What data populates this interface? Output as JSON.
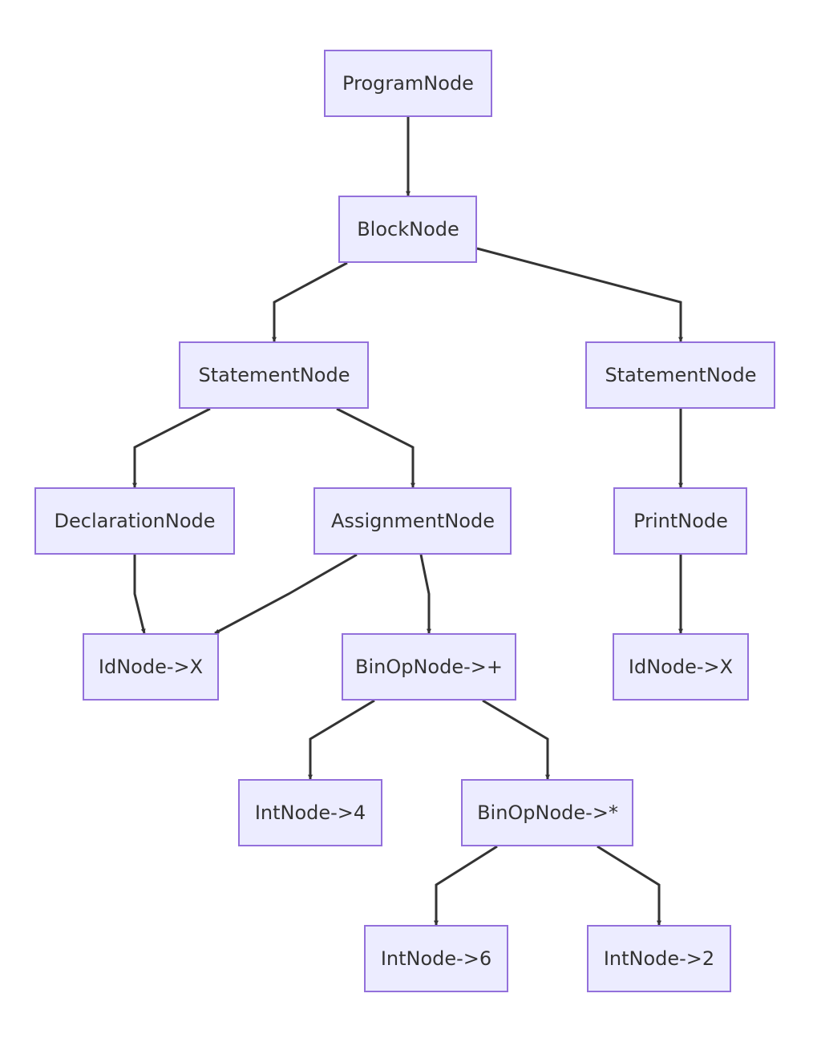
{
  "colors": {
    "node_fill": "#ECECFF",
    "node_stroke": "#9370DB",
    "edge": "#333333",
    "text": "#333333",
    "background": "#FFFFFF"
  },
  "nodes": {
    "program": "ProgramNode",
    "block": "BlockNode",
    "statement_left": "StatementNode",
    "statement_right": "StatementNode",
    "declaration": "DeclarationNode",
    "assignment": "AssignmentNode",
    "print": "PrintNode",
    "id_x_left": "IdNode->X",
    "binop_plus": "BinOpNode->+",
    "id_x_right": "IdNode->X",
    "int_4": "IntNode->4",
    "binop_times": "BinOpNode->*",
    "int_6": "IntNode->6",
    "int_2": "IntNode->2"
  },
  "edges": [
    {
      "from": "program",
      "to": "block"
    },
    {
      "from": "block",
      "to": "statement_left"
    },
    {
      "from": "block",
      "to": "statement_right"
    },
    {
      "from": "statement_left",
      "to": "declaration"
    },
    {
      "from": "statement_left",
      "to": "assignment"
    },
    {
      "from": "statement_right",
      "to": "print"
    },
    {
      "from": "declaration",
      "to": "id_x_left"
    },
    {
      "from": "assignment",
      "to": "id_x_left"
    },
    {
      "from": "assignment",
      "to": "binop_plus"
    },
    {
      "from": "print",
      "to": "id_x_right"
    },
    {
      "from": "binop_plus",
      "to": "int_4"
    },
    {
      "from": "binop_plus",
      "to": "binop_times"
    },
    {
      "from": "binop_times",
      "to": "int_6"
    },
    {
      "from": "binop_times",
      "to": "int_2"
    }
  ]
}
